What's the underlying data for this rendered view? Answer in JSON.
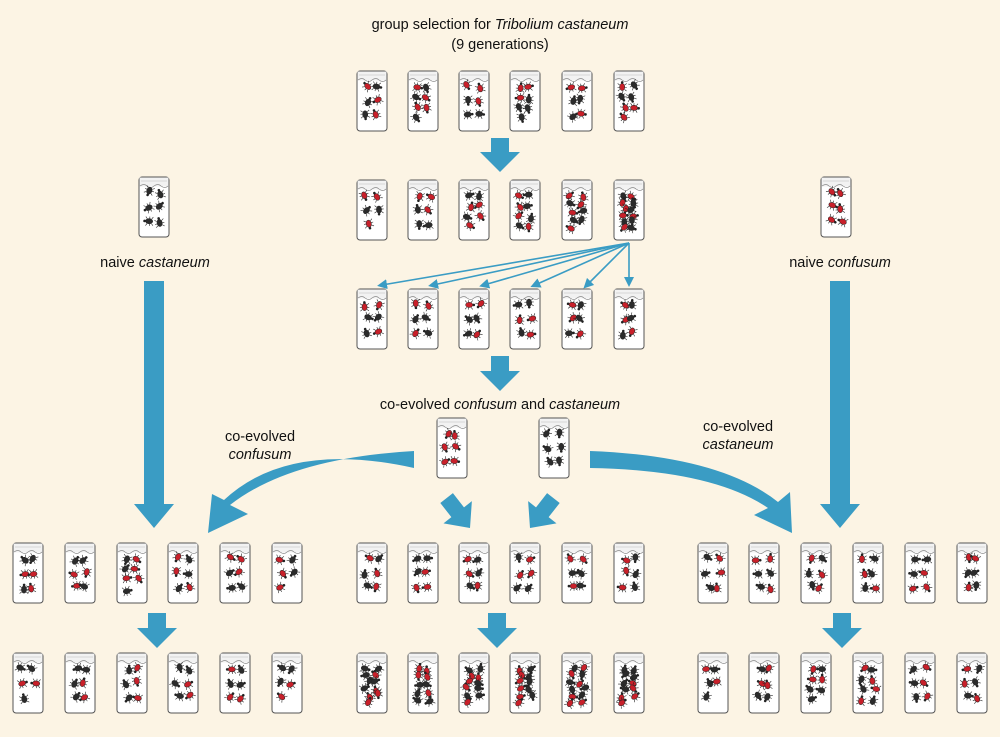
{
  "title": {
    "line1_prefix": "group selection for ",
    "line1_species": "Tribolium castaneum",
    "line2": "(9 generations)"
  },
  "labels": {
    "naive_castaneum_prefix": "naive ",
    "naive_castaneum_species": "castaneum",
    "naive_confusum_prefix": "naive ",
    "naive_confusum_species": "confusum",
    "coevolved_both_prefix": "co-evolved ",
    "coevolved_both_species1": "confusum",
    "coevolved_both_mid": " and ",
    "coevolved_both_species2": "castaneum",
    "coevolved_confusum_line1": "co-evolved",
    "coevolved_confusum_line2": "confusum",
    "coevolved_castaneum_line1": "co-evolved",
    "coevolved_castaneum_line2": "castaneum"
  },
  "colors": {
    "background": "#FCF4E4",
    "arrow": "#3A9CC4",
    "castaneum_beetle": "#C8202A",
    "confusum_beetle": "#2B2B2B",
    "vial_outline": "#555555"
  }
}
